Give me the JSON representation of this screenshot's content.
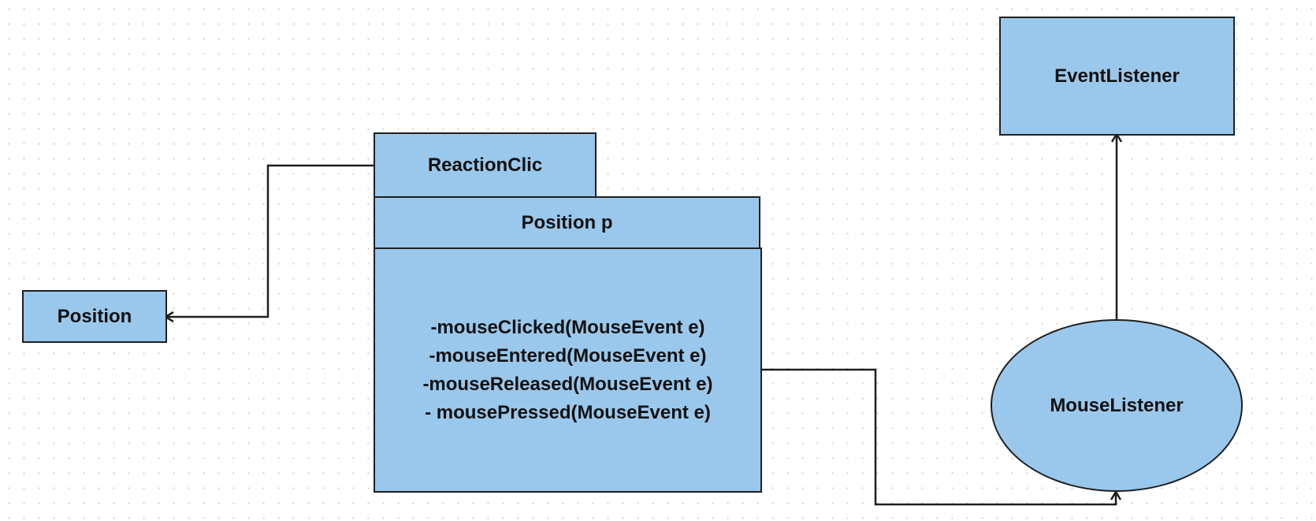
{
  "diagram": {
    "nodes": {
      "event_listener": {
        "label": "EventListener"
      },
      "reaction_clic": {
        "label": "ReactionClic"
      },
      "position_field": {
        "label": "Position p"
      },
      "methods": [
        "-mouseClicked(MouseEvent e)",
        "-mouseEntered(MouseEvent e)",
        "-mouseReleased(MouseEvent e)",
        "- mousePressed(MouseEvent e)"
      ],
      "position": {
        "label": "Position"
      },
      "mouse_listener": {
        "label": "MouseListener"
      }
    },
    "colors": {
      "fill": "#9ac8ec",
      "stroke": "#1f1f1f",
      "grid_dots": "#d4d4d4"
    }
  }
}
